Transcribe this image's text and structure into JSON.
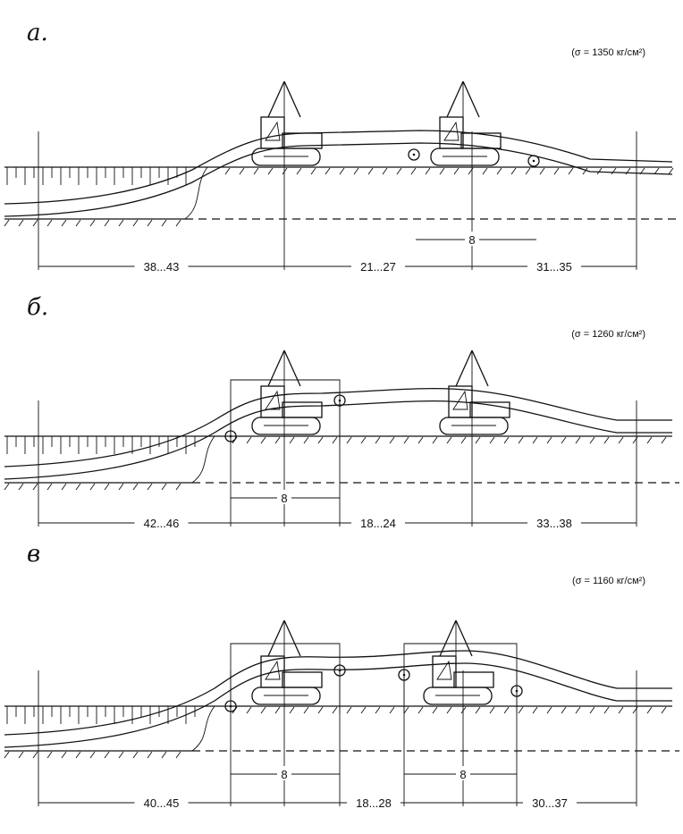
{
  "panels": [
    {
      "letter": "а.",
      "stress": "(σ = 1350 кг/см²)",
      "dims": [
        "38...43",
        "21...27",
        "31...35"
      ],
      "brackets": [
        "8"
      ]
    },
    {
      "letter": "б.",
      "stress": "(σ = 1260 кг/см²)",
      "dims": [
        "42...46",
        "18...24",
        "33...38"
      ],
      "brackets": [
        "8"
      ]
    },
    {
      "letter": "в",
      "stress": "(σ = 1160 кг/см²)",
      "dims": [
        "40...45",
        "18...28",
        "30...37"
      ],
      "brackets": [
        "8",
        "8"
      ]
    }
  ]
}
